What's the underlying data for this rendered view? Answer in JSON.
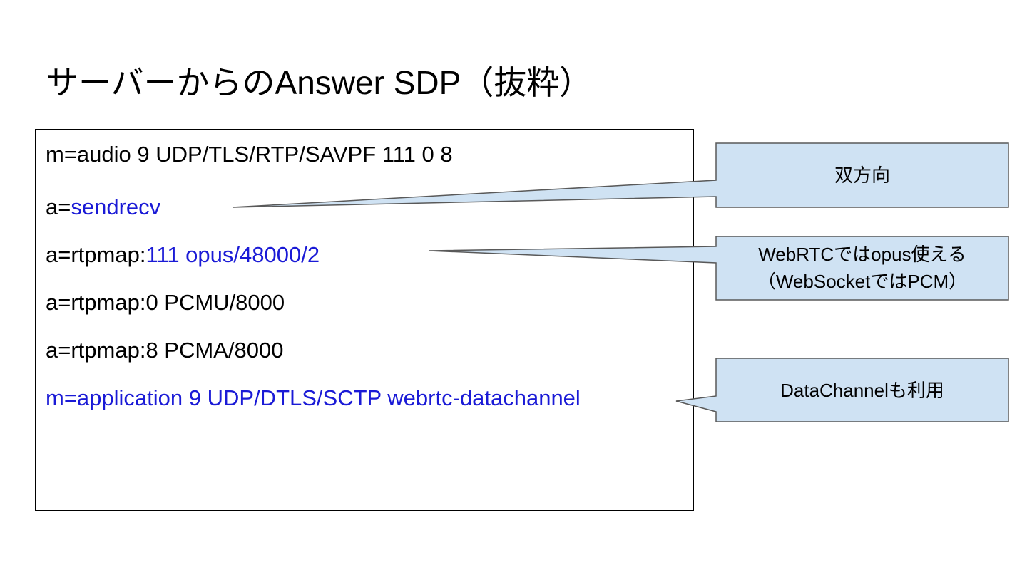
{
  "title": "サーバーからのAnswer SDP（抜粋）",
  "sdp_lines": [
    {
      "prefix": "m=audio 9 UDP/TLS/RTP/SAVPF 111 0 8",
      "highlight": ""
    },
    {
      "prefix": "a=",
      "highlight": "sendrecv"
    },
    {
      "prefix": "a=rtpmap:",
      "highlight": "111 opus/48000/2"
    },
    {
      "prefix": "a=rtpmap:0 PCMU/8000",
      "highlight": ""
    },
    {
      "prefix": "a=rtpmap:8 PCMA/8000",
      "highlight": ""
    },
    {
      "prefix": "",
      "highlight": "m=application 9 UDP/DTLS/SCTP webrtc-datachannel"
    }
  ],
  "callouts": [
    {
      "text": "双方向"
    },
    {
      "line1": "WebRTCではopus使える",
      "line2": "（WebSocketではPCM）"
    },
    {
      "text": "DataChannelも利用"
    }
  ],
  "colors": {
    "highlight": "#1a1ad6",
    "callout_fill": "#cfe2f3",
    "callout_border": "#595959",
    "box_border": "#000000"
  }
}
